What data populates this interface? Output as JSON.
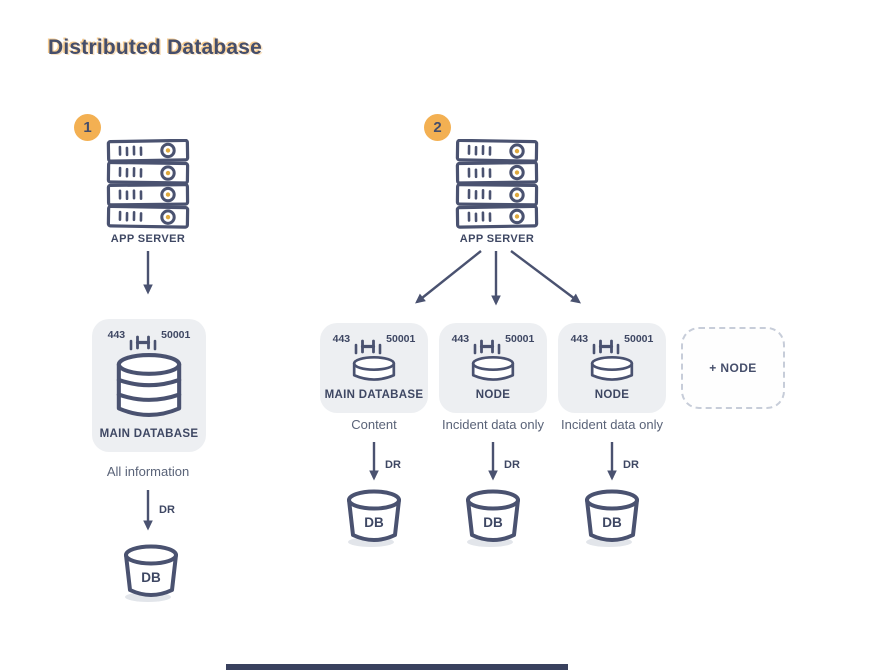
{
  "title": "Distributed Database",
  "colors": {
    "line_navy": "#4a5270",
    "text_navy": "#3e4763",
    "badge_orange": "#f3b052",
    "card_bg": "#edeff2",
    "muted_text": "#5a6378"
  },
  "scenario1": {
    "badge": "1",
    "server_label": "APP SERVER",
    "database": {
      "port_left": "443",
      "port_right": "50001",
      "label": "MAIN DATABASE",
      "description": "All information",
      "dr_label": "DR",
      "db_label": "DB"
    }
  },
  "scenario2": {
    "badge": "2",
    "server_label": "APP SERVER",
    "nodes": [
      {
        "port_left": "443",
        "port_right": "50001",
        "label": "MAIN DATABASE",
        "description": "Content",
        "dr_label": "DR",
        "db_label": "DB"
      },
      {
        "port_left": "443",
        "port_right": "50001",
        "label": "NODE",
        "description": "Incident data only",
        "dr_label": "DR",
        "db_label": "DB"
      },
      {
        "port_left": "443",
        "port_right": "50001",
        "label": "NODE",
        "description": "Incident data only",
        "dr_label": "DR",
        "db_label": "DB"
      }
    ],
    "add_node_label": "+ NODE"
  }
}
